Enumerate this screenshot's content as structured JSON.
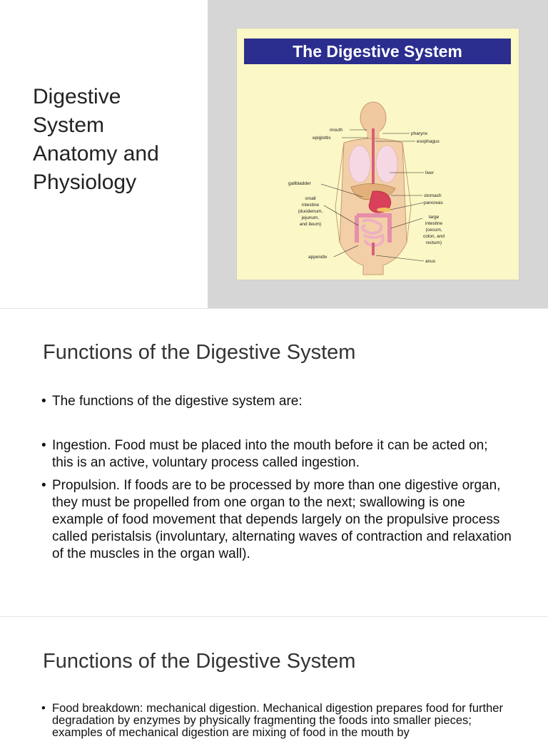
{
  "slide1": {
    "title_lines": [
      "Digestive",
      "System",
      "Anatomy and",
      "Physiology"
    ],
    "diagram": {
      "header": "The Digestive System",
      "labels": {
        "mouth": "mouth",
        "epiglottis": "epiglottis",
        "pharynx": "pharynx",
        "esophagus": "esophagus",
        "liver": "liver",
        "gallbladder": "gallbladder",
        "small_1": "small",
        "small_2": "intestine",
        "small_3": "(duodenum,",
        "small_4": "jejunum,",
        "small_5": "and ileum)",
        "stomach": "stomach",
        "pancreas": "pancreas",
        "large_1": "large",
        "large_2": "intestine",
        "large_3": "(cecum,",
        "large_4": "colon, and",
        "large_5": "rectum)",
        "appendix": "appendix",
        "anus": "anus"
      },
      "colors": {
        "header_bg": "#2b2d8f",
        "card_bg": "#fbf7c6",
        "body": "#f4c99c",
        "stomach": "#d9405a",
        "liver": "#e2b07a",
        "intestine": "#e7a0b5"
      }
    }
  },
  "slide2": {
    "heading": "Functions of the Digestive System",
    "bullets": [
      "The functions of the digestive system are:",
      "Ingestion. Food must be placed into the mouth before it can be acted on; this is an active, voluntary process called ingestion.",
      "Propulsion. If foods are to be processed by more than one digestive organ, they must be propelled from one organ to the next; swallowing is one example of food movement that depends largely on the propulsive process called peristalsis (involuntary, alternating waves of contraction and relaxation of the muscles in the organ wall)."
    ]
  },
  "slide3": {
    "heading": "Functions of the Digestive System",
    "bullets": [
      "Food breakdown: mechanical digestion. Mechanical digestion prepares food for further degradation by enzymes by physically fragmenting the foods into smaller pieces; examples of mechanical digestion are mixing of food in the mouth by"
    ]
  },
  "bullet_char": "•"
}
